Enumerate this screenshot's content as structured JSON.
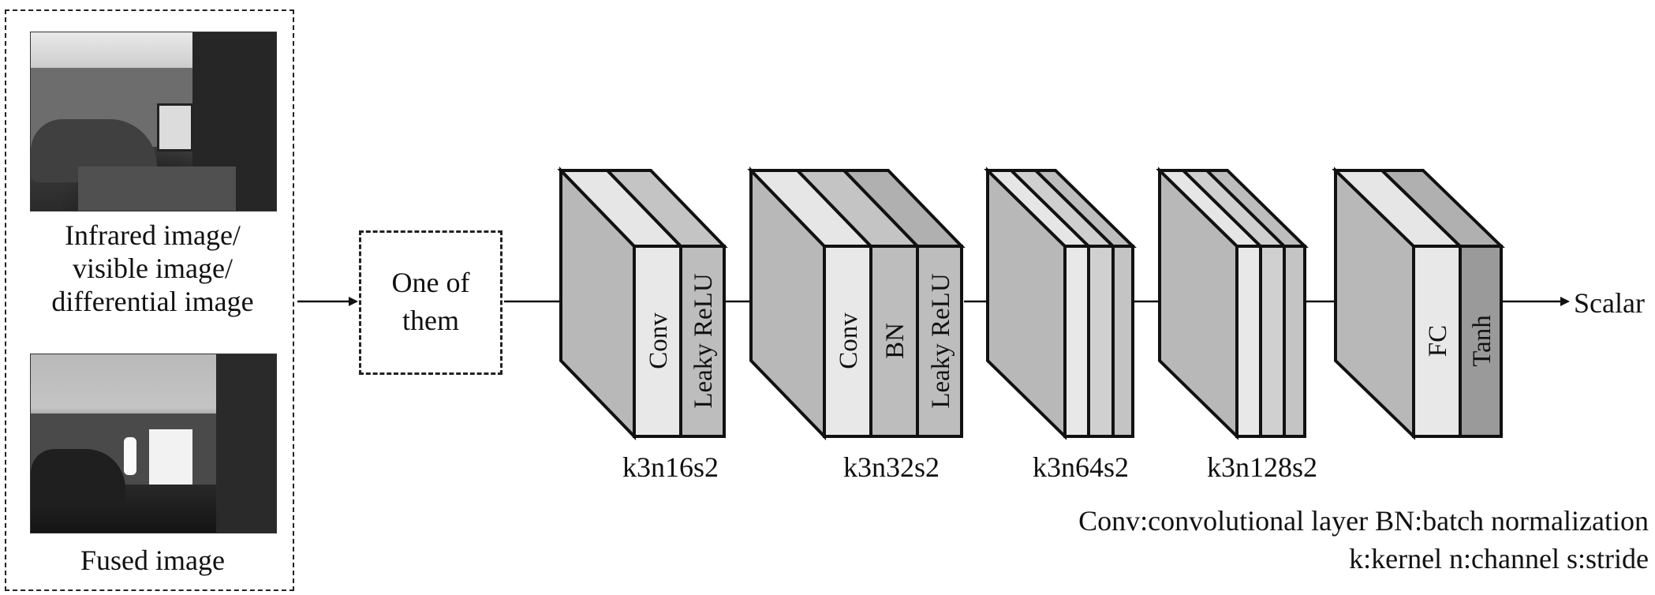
{
  "inputs": {
    "top_caption": [
      "Infrared image/",
      "visible image/",
      "differential image"
    ],
    "bottom_caption": "Fused image"
  },
  "selector_label": [
    "One of",
    "them"
  ],
  "blocks": [
    {
      "caption": "k3n16s2",
      "layers": [
        "Conv",
        "Leaky ReLU"
      ]
    },
    {
      "caption": "k3n32s2",
      "layers": [
        "Conv",
        "BN",
        "Leaky ReLU"
      ]
    },
    {
      "caption": "k3n64s2",
      "layers": []
    },
    {
      "caption": "k3n128s2",
      "layers": []
    },
    {
      "caption": "",
      "layers": [
        "FC",
        "Tanh"
      ]
    }
  ],
  "output_label": "Scalar",
  "legend": {
    "line1": "Conv:convolutional layer  BN:batch normalization",
    "line2": "k:kernel  n:channel  s:stride"
  },
  "colors": {
    "face": "#b8b8b8",
    "top": "#e6e6e6",
    "side": "#8e8e8e",
    "layer_light": "#e8e8e8",
    "layer_mid": "#bdbdbd",
    "layer_dark": "#9a9a9a"
  }
}
